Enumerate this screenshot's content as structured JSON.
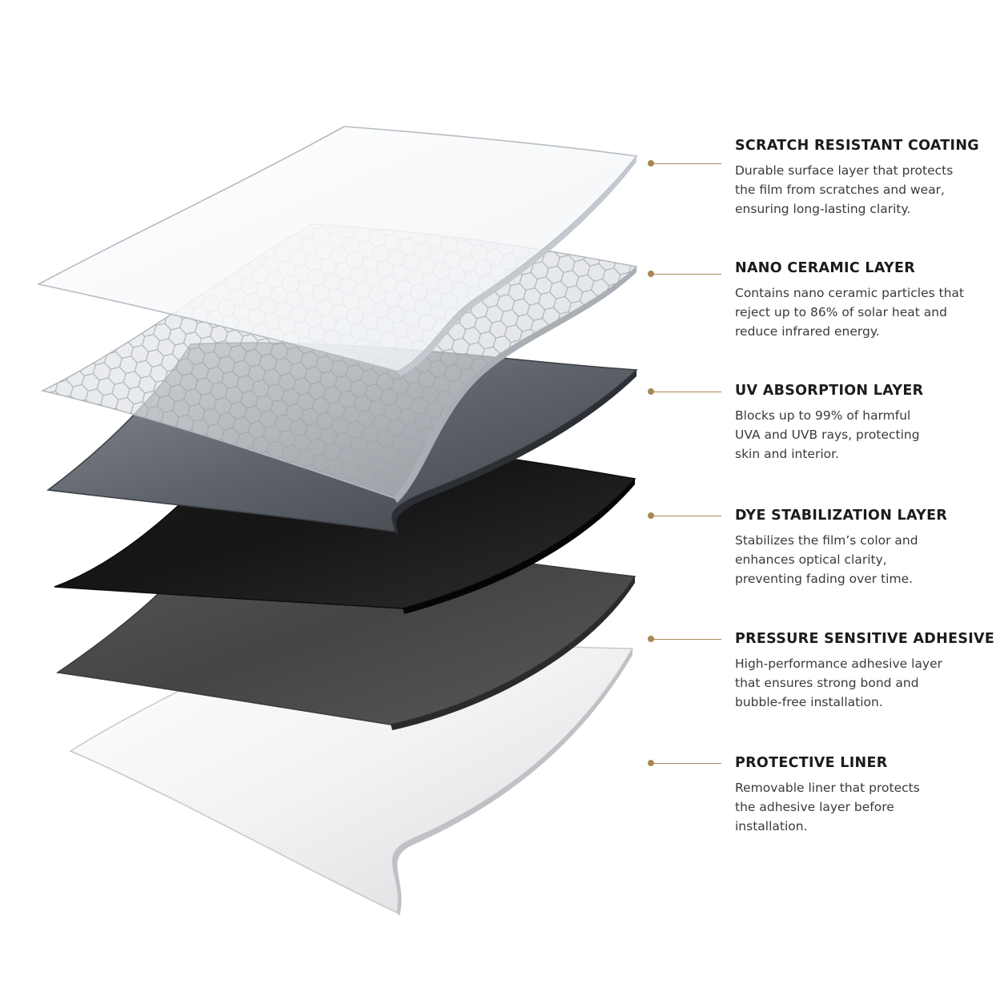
{
  "accent_color": "#a88755",
  "layers": [
    {
      "title": "SCRATCH RESISTANT COATING",
      "description": [
        "Durable surface layer that protects",
        "the film from scratches and wear,",
        "ensuring long-lasting clarity."
      ],
      "fill": "clear"
    },
    {
      "title": "NANO CERAMIC LAYER",
      "description": [
        "Contains nano ceramic particles that",
        "reject up to 86% of solar heat and",
        "reduce infrared energy."
      ],
      "fill": "hexagon-pattern"
    },
    {
      "title": "UV ABSORPTION LAYER",
      "description": [
        "Blocks up to 99% of harmful",
        "UVA and UVB rays, protecting",
        "skin and interior."
      ],
      "fill": "gray"
    },
    {
      "title": "DYE STABILIZATION LAYER",
      "description": [
        "Stabilizes the film’s color and",
        "enhances optical clarity,",
        "preventing fading over time."
      ],
      "fill": "black"
    },
    {
      "title": "PRESSURE SENSITIVE ADHESIVE",
      "description": [
        "High-performance adhesive layer",
        "that ensures strong bond and",
        "bubble-free installation."
      ],
      "fill": "dark-gray"
    },
    {
      "title": "PROTECTIVE LINER",
      "description": [
        "Removable liner that protects",
        "the adhesive layer before",
        "installation."
      ],
      "fill": "white"
    }
  ]
}
